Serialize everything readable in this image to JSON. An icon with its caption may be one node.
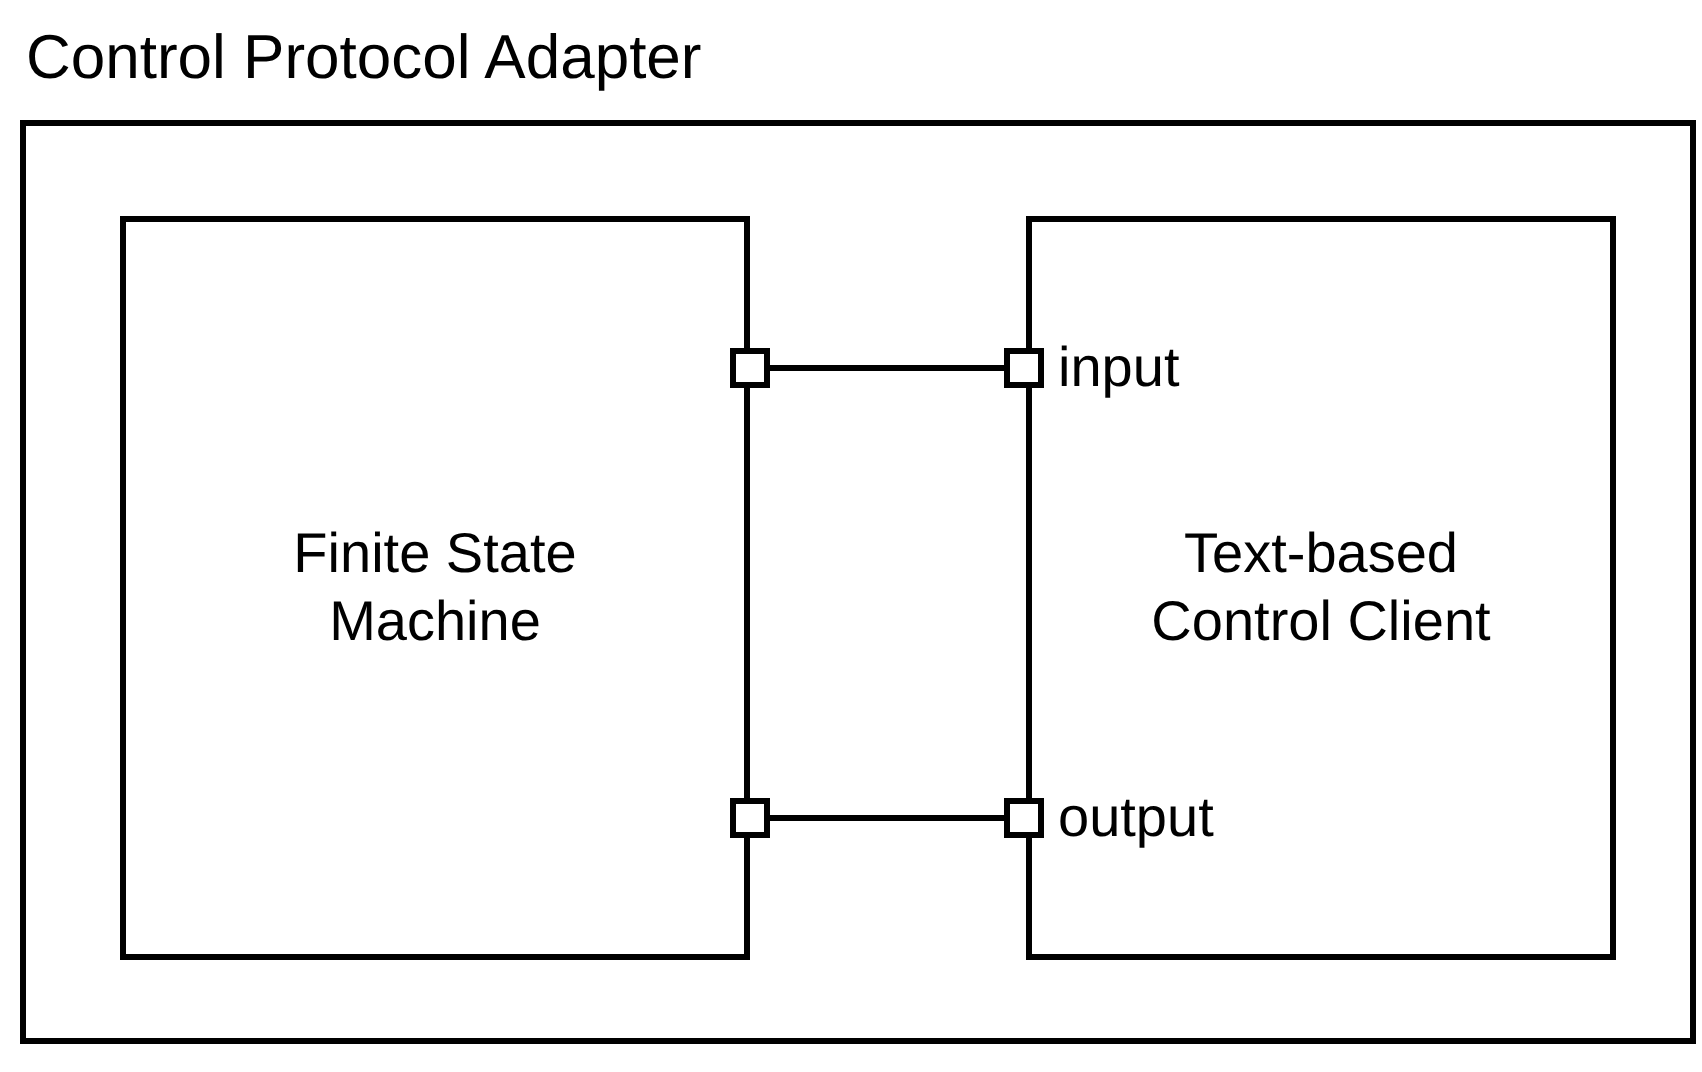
{
  "diagram": {
    "nodes": [
      {
        "text": [
          "Control Protocol Adapter"
        ]
      },
      {
        "text": [
          "Finite State Machine"
        ],
        "in": 0
      },
      {
        "text": [
          "Text-based Control Client"
        ],
        "in": 0
      },
      {
        "text": [],
        "shape": "box",
        "in": 0
      },
      {
        "text": [],
        "shape": "box",
        "in": 0,
        "beside": [
          "input"
        ]
      },
      {
        "text": [],
        "shape": "box",
        "in": 0
      },
      {
        "text": [],
        "shape": "box",
        "in": 0,
        "beside": [
          "output"
        ]
      }
    ],
    "edges": [
      {
        "from": 3,
        "to": 4,
        "arrow": "none"
      },
      {
        "from": 5,
        "to": 6,
        "arrow": "none"
      }
    ]
  }
}
